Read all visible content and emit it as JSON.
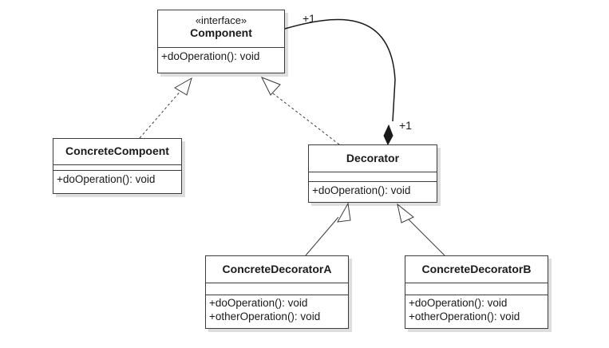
{
  "classes": {
    "component": {
      "stereotype": "«interface»",
      "name": "Component",
      "operations": [
        "+doOperation(): void"
      ]
    },
    "concrete_component": {
      "name": "ConcreteCompoent",
      "operations": [
        "+doOperation(): void"
      ]
    },
    "decorator": {
      "name": "Decorator",
      "operations": [
        "+doOperation(): void"
      ]
    },
    "concrete_decorator_a": {
      "name": "ConcreteDecoratorA",
      "operations": [
        "+doOperation(): void",
        "+otherOperation(): void"
      ]
    },
    "concrete_decorator_b": {
      "name": "ConcreteDecoratorB",
      "operations": [
        "+doOperation(): void",
        "+otherOperation(): void"
      ]
    }
  },
  "multiplicities": {
    "component_end": "+1",
    "decorator_end": "+1"
  },
  "colors": {
    "border": "#3c3c3c",
    "line": "#1a1a1a",
    "background": "#ffffff"
  }
}
